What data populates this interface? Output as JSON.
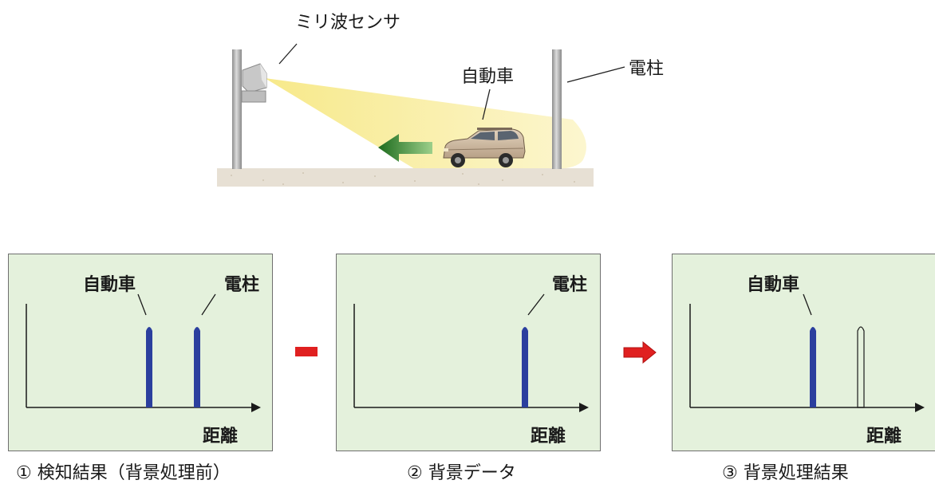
{
  "scene": {
    "sensor_label": "ミリ波センサ",
    "car_label": "自動車",
    "pole_label": "電柱"
  },
  "panels": [
    {
      "peak_labels": {
        "car": "自動車",
        "pole": "電柱"
      },
      "axis_label": "距離",
      "caption": "① 検知結果（背景処理前）",
      "peaks": [
        "car-filled",
        "pole-filled"
      ]
    },
    {
      "peak_labels": {
        "pole": "電柱"
      },
      "axis_label": "距離",
      "caption": "② 背景データ",
      "peaks": [
        "pole-filled"
      ]
    },
    {
      "peak_labels": {
        "car": "自動車"
      },
      "axis_label": "距離",
      "caption": "③ 背景処理結果",
      "peaks": [
        "car-filled",
        "pole-outline"
      ]
    }
  ],
  "operators": {
    "minus": "minus-sign",
    "arrow": "red-arrow"
  },
  "colors": {
    "panel_bg": "#e4f1dc",
    "peak_fill": "#2b3f9e",
    "beam": "#fbf2b4",
    "operator_red": "#e02020",
    "ground": "#e7e0d4",
    "arrow_green": "#2f7a2f"
  }
}
